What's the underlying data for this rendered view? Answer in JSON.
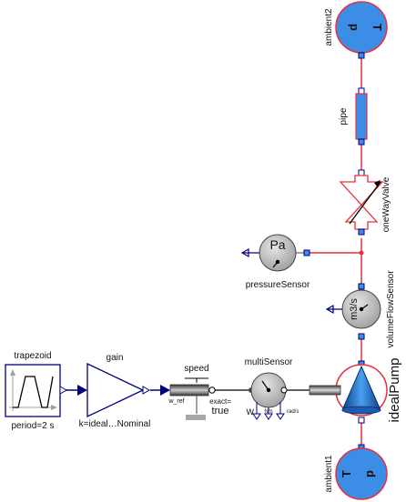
{
  "components": {
    "trapezoid": {
      "name": "trapezoid",
      "param": "period=2 s"
    },
    "gain": {
      "name": "gain",
      "param": "k=ideal…Nominal"
    },
    "speed": {
      "name": "speed",
      "port": "w_ref",
      "param_label": "exact=",
      "param_value": "true"
    },
    "multiSensor": {
      "name": "multiSensor",
      "port_w": "W",
      "port_nm": "Nm",
      "port_rads": "rad/s"
    },
    "idealPump": {
      "name": "idealPump"
    },
    "volumeFlowSensor": {
      "name": "volumeFlowSensor",
      "unit": "m3/s"
    },
    "pressureSensor": {
      "name": "pressureSensor",
      "unit": "Pa"
    },
    "oneWayValve": {
      "name": "oneWayValve"
    },
    "pipe": {
      "name": "pipe"
    },
    "ambient1": {
      "name": "ambient1",
      "port_p": "p",
      "port_t": "T"
    },
    "ambient2": {
      "name": "ambient2",
      "port_p": "p",
      "port_t": "T"
    }
  },
  "colors": {
    "fluid_connection": "#e8303a",
    "signal_connection": "#00007f",
    "ambient_fill": "#3c8de6",
    "pump_fill": "#2c78d6",
    "sensor_fill": "#c4c4c4",
    "pipe_fill": "#3c8de6"
  }
}
